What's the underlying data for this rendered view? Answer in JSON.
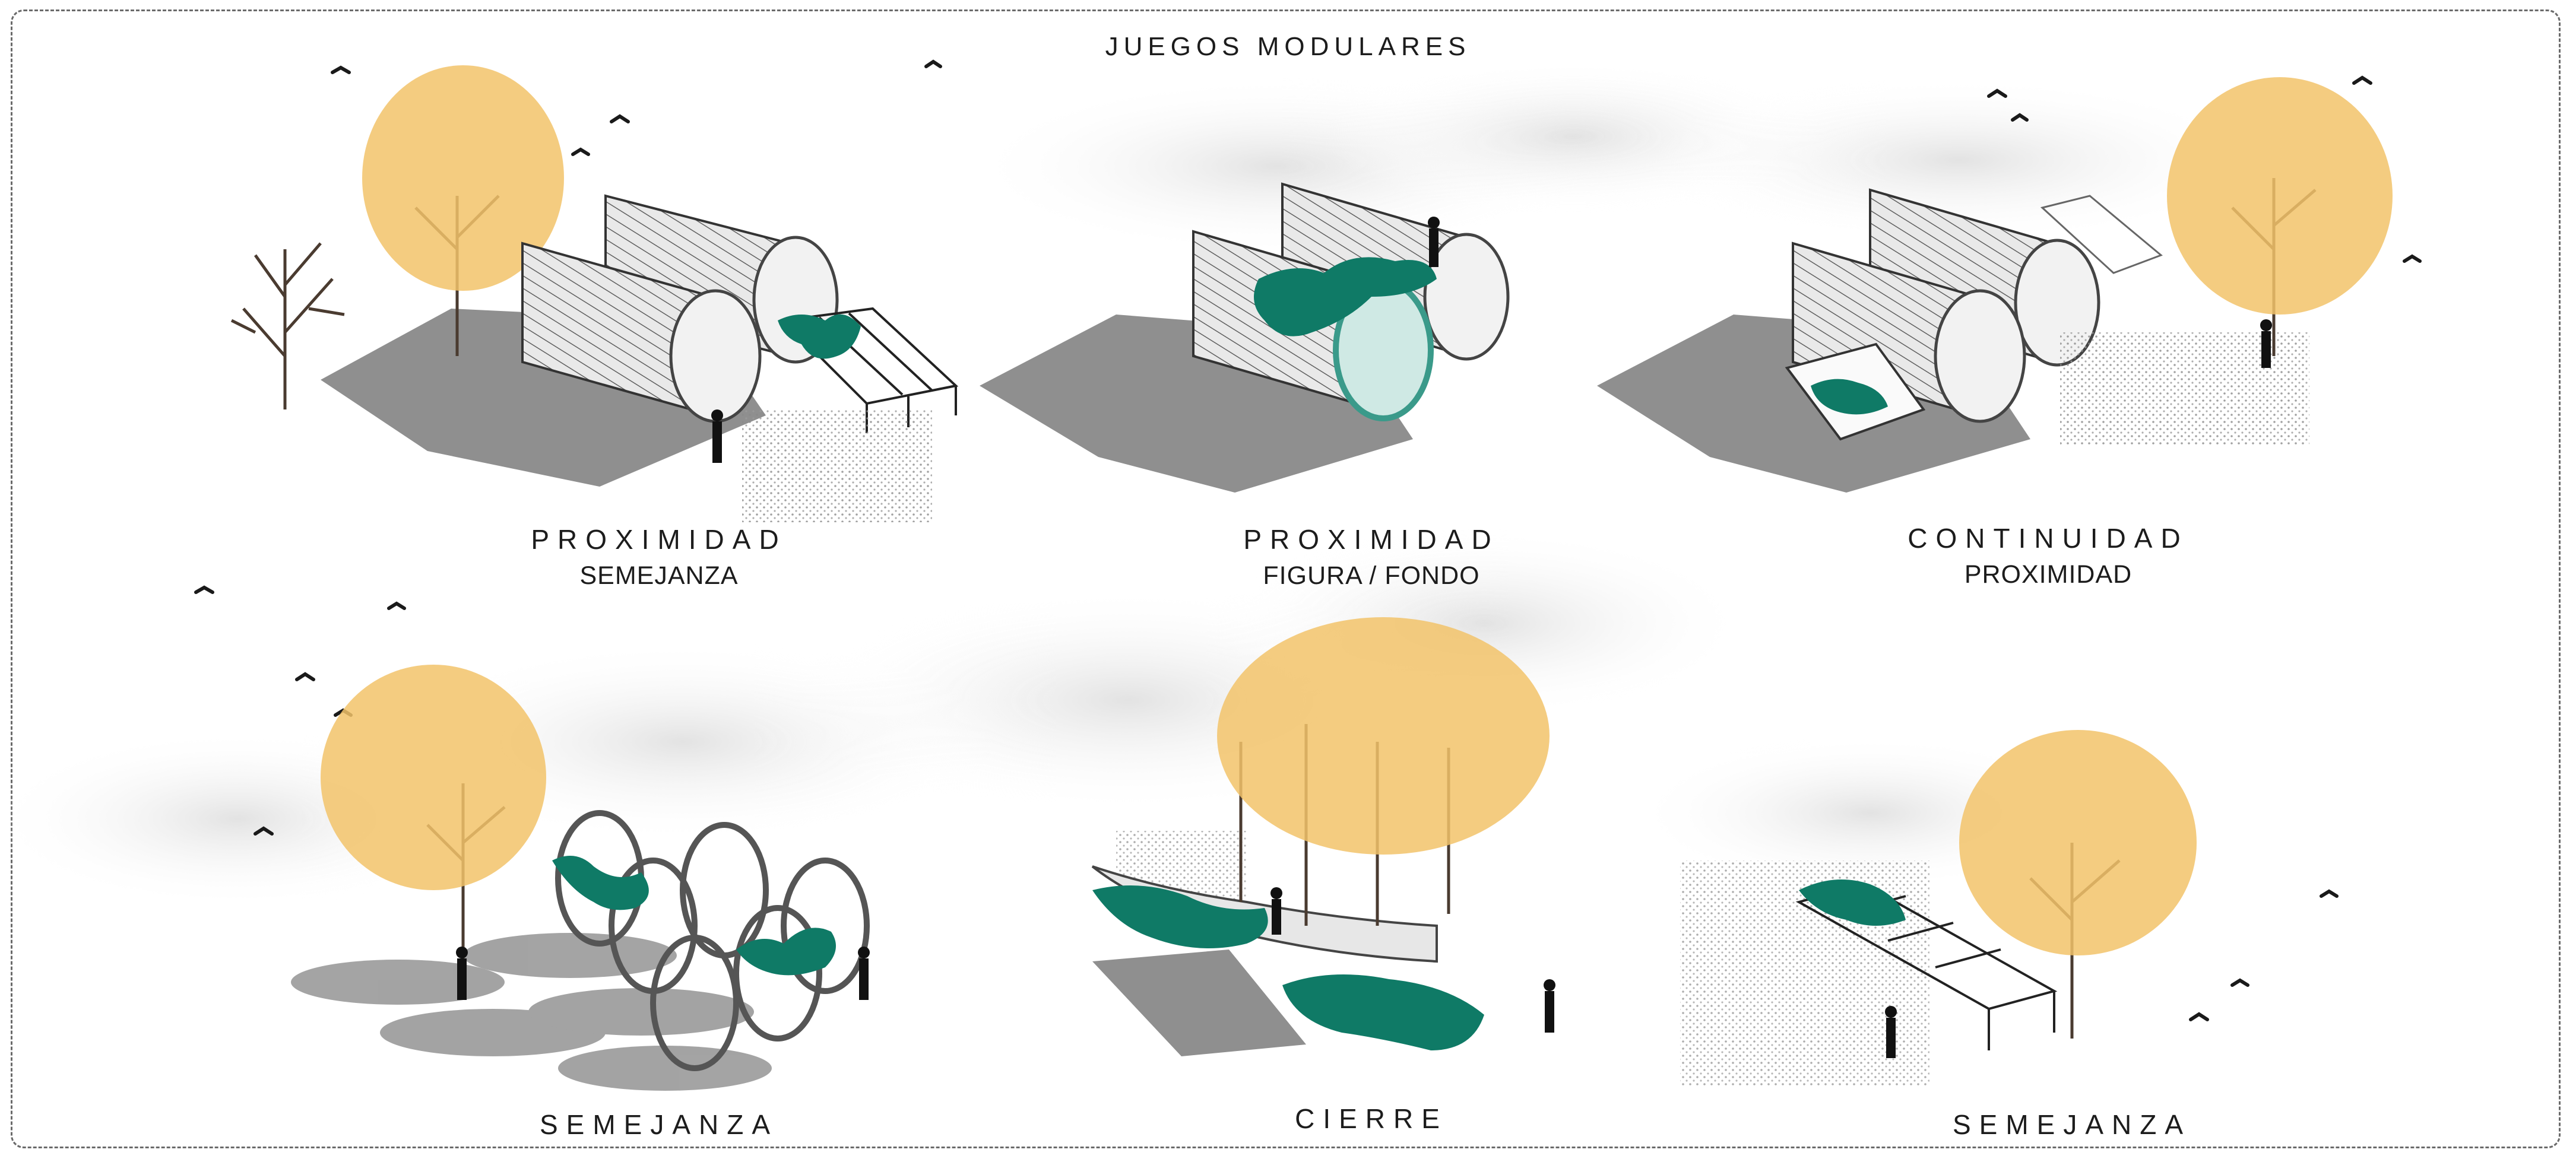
{
  "title": "JUEGOS MODULARES",
  "panels": [
    {
      "label": "PROXIMIDAD",
      "sublabel": "SEMEJANZA"
    },
    {
      "label": "PROXIMIDAD",
      "sublabel": "FIGURA / FONDO"
    },
    {
      "label": "CONTINUIDAD",
      "sublabel": "PROXIMIDAD"
    },
    {
      "label": "SEMEJANZA"
    },
    {
      "label": "CIERRE"
    },
    {
      "label": "SEMEJANZA"
    }
  ],
  "colors": {
    "foliage": "#f2c36a",
    "accent_green": "#0f7a66",
    "shadow": "#8e8e8e",
    "tube_line": "#6b6b6b",
    "frame": "#6a6a6a"
  }
}
